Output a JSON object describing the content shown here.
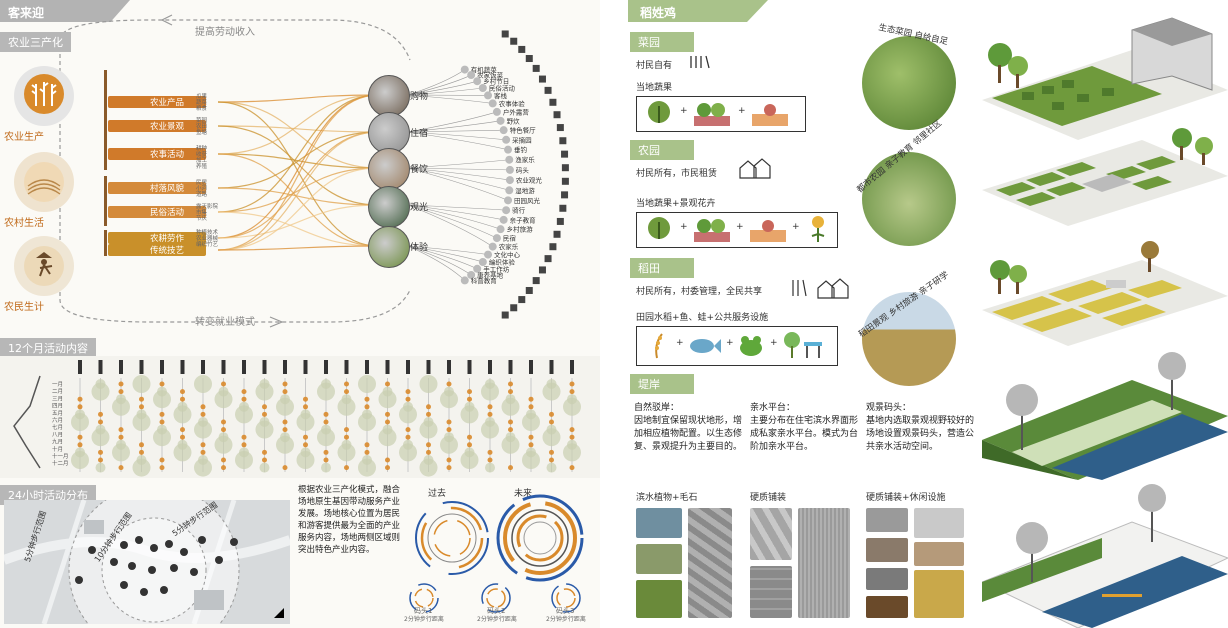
{
  "left": {
    "header": "客来迎",
    "top_arrow_label": "提高劳动收入",
    "bottom_arrow_label": "转变就业模式",
    "section_three_industries": "农业三产化",
    "pillars": [
      {
        "label": "农业生产",
        "icon": "wheat-icon"
      },
      {
        "label": "农村生活",
        "icon": "field-icon"
      },
      {
        "label": "农民生计",
        "icon": "farmer-icon"
      }
    ],
    "categories": [
      "农业产品",
      "农业景观",
      "农事活动",
      "村落风貌",
      "民俗活动",
      "农耕劳作",
      "传统技艺"
    ],
    "sub_items": [
      [
        "瓜果",
        "蔬菜",
        "粮食"
      ],
      [
        "菜园",
        "农田",
        "鱼塘"
      ],
      [
        "耕种",
        "收获",
        "加工",
        "养殖"
      ],
      [
        "民居",
        "小河",
        "道路"
      ],
      [
        "露天影院",
        "市集",
        "节庆"
      ],
      [
        "种植技术",
        "农业器械"
      ],
      [
        "编织竹艺"
      ]
    ],
    "activities": [
      "购物",
      "住宿",
      "餐饮",
      "观光",
      "体验"
    ],
    "fan_items": [
      "有机蔬菜",
      "农家饭菜",
      "乡村节日",
      "民俗活动",
      "客栈",
      "农事体验",
      "户外露营",
      "野炊",
      "特色餐厅",
      "采摘园",
      "垂钓",
      "渔家乐",
      "码头",
      "农业观光",
      "湿地游",
      "田园风光",
      "骑行",
      "亲子教育",
      "乡村旅游",
      "民宿",
      "农家乐",
      "文化中心",
      "编织体验",
      "手工作坊",
      "康养基地",
      "科普教育"
    ],
    "section_months": "12个月活动内容",
    "month_labels": [
      "一月",
      "二月",
      "三月",
      "四月",
      "五月",
      "六月",
      "七月",
      "八月",
      "九月",
      "十月",
      "十一月",
      "十二月"
    ],
    "section_24h": "24小时活动分布",
    "walk_labels": [
      "5分钟步行范围",
      "10分钟步行范围",
      "5分钟步行范围"
    ],
    "paragraph": "根据农业三产化模式，融合场地原生基因带动服务产业发展。场地核心位置为居民和游客提供最为全面的产业服务内容，场地两侧区域则突出特色产业内容。",
    "past_label": "过去",
    "future_label": "未来",
    "small_clocks": [
      {
        "label": "码头1",
        "sub": "2分钟步行距离"
      },
      {
        "label": "码头2",
        "sub": "2分钟步行距离"
      },
      {
        "label": "码头3",
        "sub": "2分钟步行距离"
      }
    ]
  },
  "right": {
    "header": "稻姓鸡",
    "sections": [
      {
        "tag": "菜园",
        "desc": "村民自有",
        "sub": "当地蔬果"
      },
      {
        "tag": "农园",
        "desc": "村民所有，市民租赁",
        "sub": "当地蔬果+景观花卉"
      },
      {
        "tag": "稻田",
        "desc": "村民所有，村委管理，全民共享",
        "sub": "田园水稻+鱼、蛙+公共服务设施"
      }
    ],
    "photo_labels": [
      "生态菜园 自给自足",
      "都市农园 亲子教育 邻里社区",
      "稻田景观 乡村旅游 亲子研学"
    ],
    "bank_tag": "堤岸",
    "bank_columns": [
      {
        "title": "自然驳岸：",
        "text": "因地制宜保留现状地形，增加相应植物配置。以生态修复、景观提升为主要目的。",
        "material": "滨水植物+毛石"
      },
      {
        "title": "亲水平台：",
        "text": "主要分布在住宅滨水界面形成私家亲水平台。模式为台阶加亲水平台。",
        "material": "硬质铺装"
      },
      {
        "title": "观景码头：",
        "text": "基地内选取景观视野较好的场地设置观景码头，营造公共亲水活动空间。",
        "material": "硬质铺装+休闲设施"
      }
    ]
  },
  "colors": {
    "accent_green": "#a9c28a",
    "flow_orange": "#d98a2b",
    "dark_gray": "#555555"
  }
}
